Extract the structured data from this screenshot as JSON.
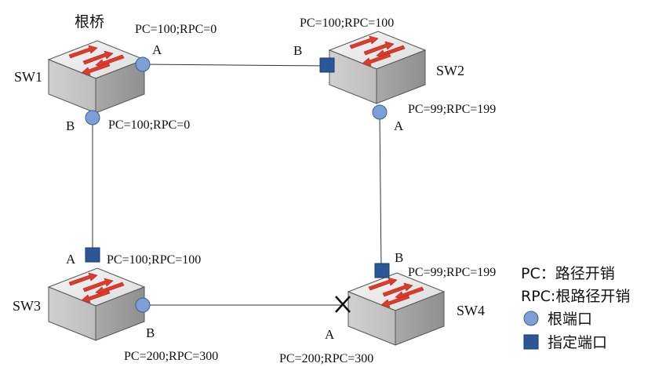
{
  "root_bridge_label": "根桥",
  "switches": {
    "sw1": "SW1",
    "sw2": "SW2",
    "sw3": "SW3",
    "sw4": "SW4"
  },
  "ports": {
    "sw1_a": {
      "letter": "A",
      "cost": "PC=100;RPC=0"
    },
    "sw1_b": {
      "letter": "B",
      "cost": "PC=100;RPC=0"
    },
    "sw2_b": {
      "letter": "B",
      "cost": "PC=100;RPC=100"
    },
    "sw2_a": {
      "letter": "A",
      "cost": "PC=99;RPC=199"
    },
    "sw3_a": {
      "letter": "A",
      "cost": "PC=100;RPC=100"
    },
    "sw3_b": {
      "letter": "B",
      "cost": "PC=200;RPC=300"
    },
    "sw4_b": {
      "letter": "B",
      "cost": "PC=99;RPC=199"
    },
    "sw4_a": {
      "letter": "A",
      "cost": "PC=200;RPC=300"
    }
  },
  "legend": {
    "pc": "PC：路径开销",
    "rpc": "RPC:根路径开销",
    "root_port": "根端口",
    "designated_port": "指定端口"
  },
  "colors": {
    "root_port_fill": "#7c9fd6",
    "designated_port_fill": "#2b5797",
    "arrow_red": "#e03a2c"
  }
}
